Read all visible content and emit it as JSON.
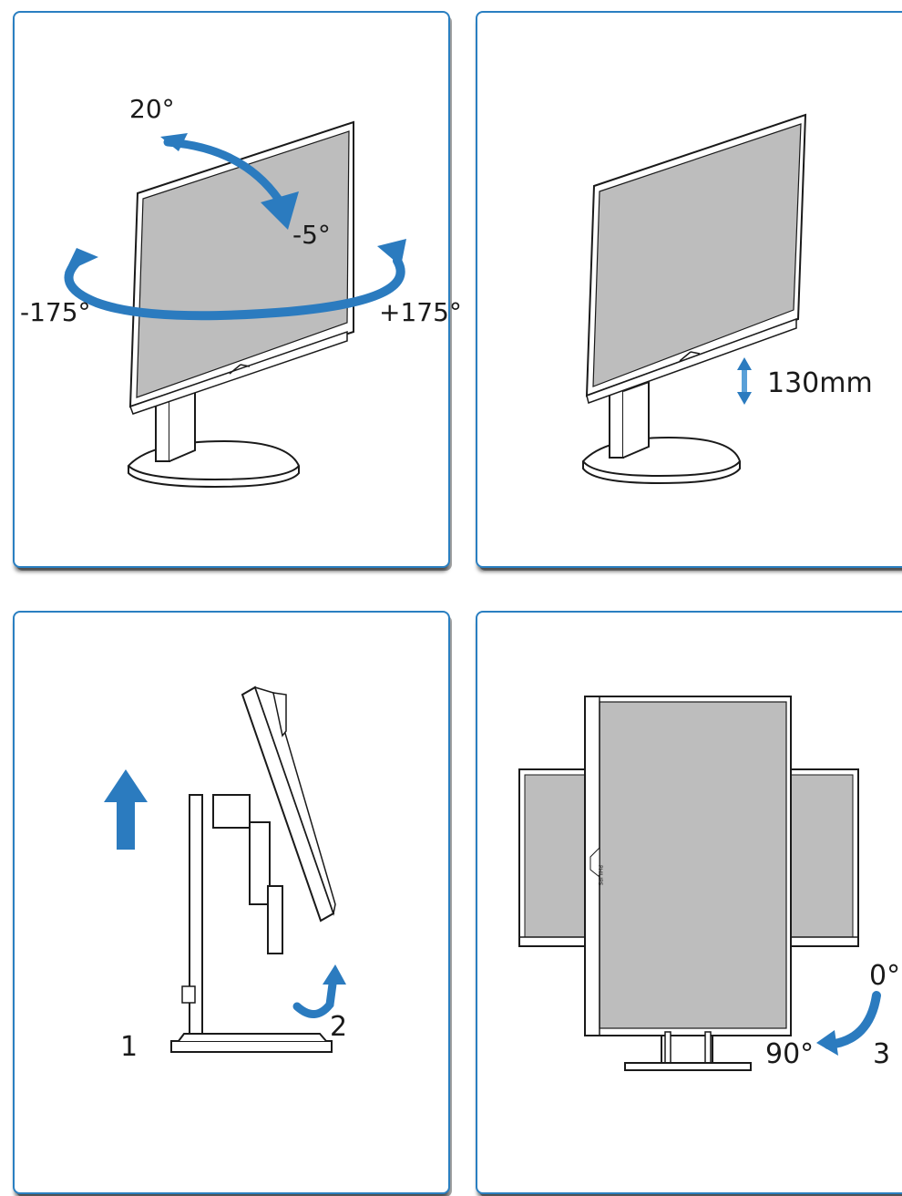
{
  "panels": {
    "swivel_tilt": {
      "tilt_up": "20°",
      "tilt_down": "-5°",
      "swivel_left": "-175°",
      "swivel_right": "+175°"
    },
    "height": {
      "height_adjust": "130mm"
    },
    "pivot_steps": {
      "step1": "1",
      "step2": "2"
    },
    "pivot": {
      "landscape": "0°",
      "portrait": "90°",
      "step3": "3",
      "brand_logo": "PHILIPS"
    }
  },
  "colors": {
    "border": "#2a7fc1",
    "arrow": "#2b7bbf",
    "screen": "#bdbdbd",
    "outline": "#1a1a1a"
  }
}
